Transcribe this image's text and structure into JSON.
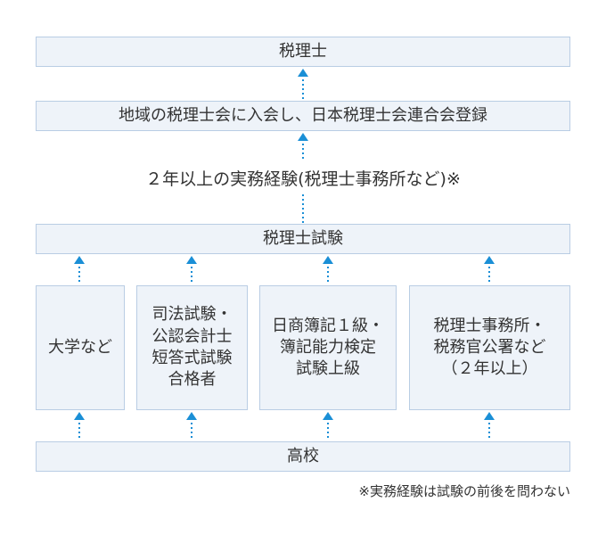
{
  "nodes": {
    "tax_accountant": "税理士",
    "registration": "地域の税理士会に入会し、日本税理士会連合会登録",
    "experience": "２年以上の実務経験(税理士事務所など)※",
    "exam": "税理士試験",
    "university": "大学など",
    "judicial": "司法試験・\n公認会計士\n短答式試験\n合格者",
    "bookkeeping": "日商簿記１級・\n簿記能力検定\n試験上級",
    "office": "税理士事務所・\n税務官公署など\n（２年以上）",
    "high_school": "高校"
  },
  "note": "※実務経験は試験の前後を問わない",
  "colors": {
    "box_fill": "#eef3f9",
    "box_border": "#b9cde4",
    "arrow": "#1a8fd6",
    "text": "#333333"
  }
}
